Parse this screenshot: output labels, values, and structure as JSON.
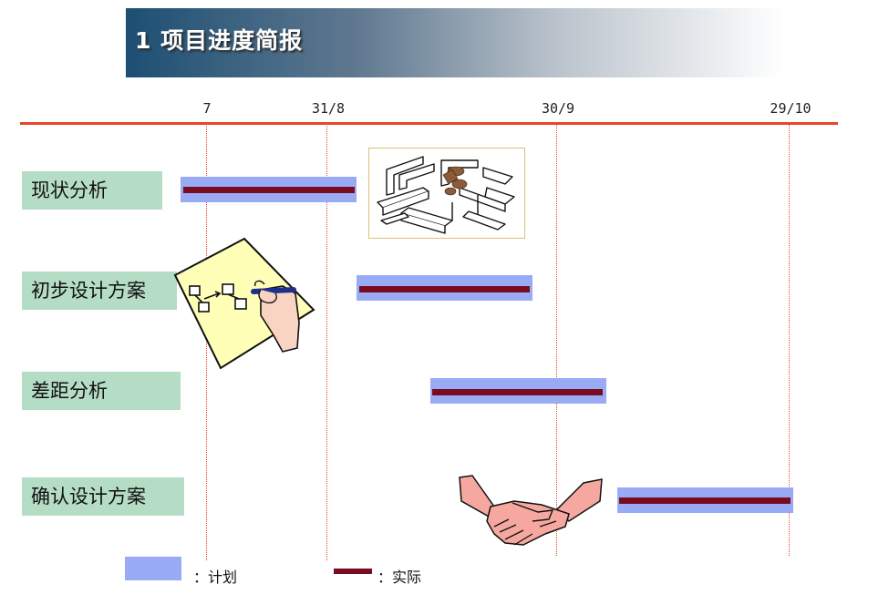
{
  "header": {
    "title": "1 项目进度简报"
  },
  "timeline": {
    "dates": [
      "7",
      "31/8",
      "30/9",
      "29/10"
    ]
  },
  "tasks": [
    {
      "label": "现状分析"
    },
    {
      "label": "初步设计方案"
    },
    {
      "label": "差距分析"
    },
    {
      "label": "确认设计方案"
    }
  ],
  "legend": {
    "plan_label": "：计划",
    "actual_label": "：实际"
  },
  "colors": {
    "plan": "#9aabf6",
    "actual": "#7a0c22",
    "axis": "#e8452a",
    "label_bg": "#b5dcc4"
  },
  "icons": [
    "maze-icon",
    "hand-drawing-diagram-icon",
    "handshake-icon"
  ]
}
